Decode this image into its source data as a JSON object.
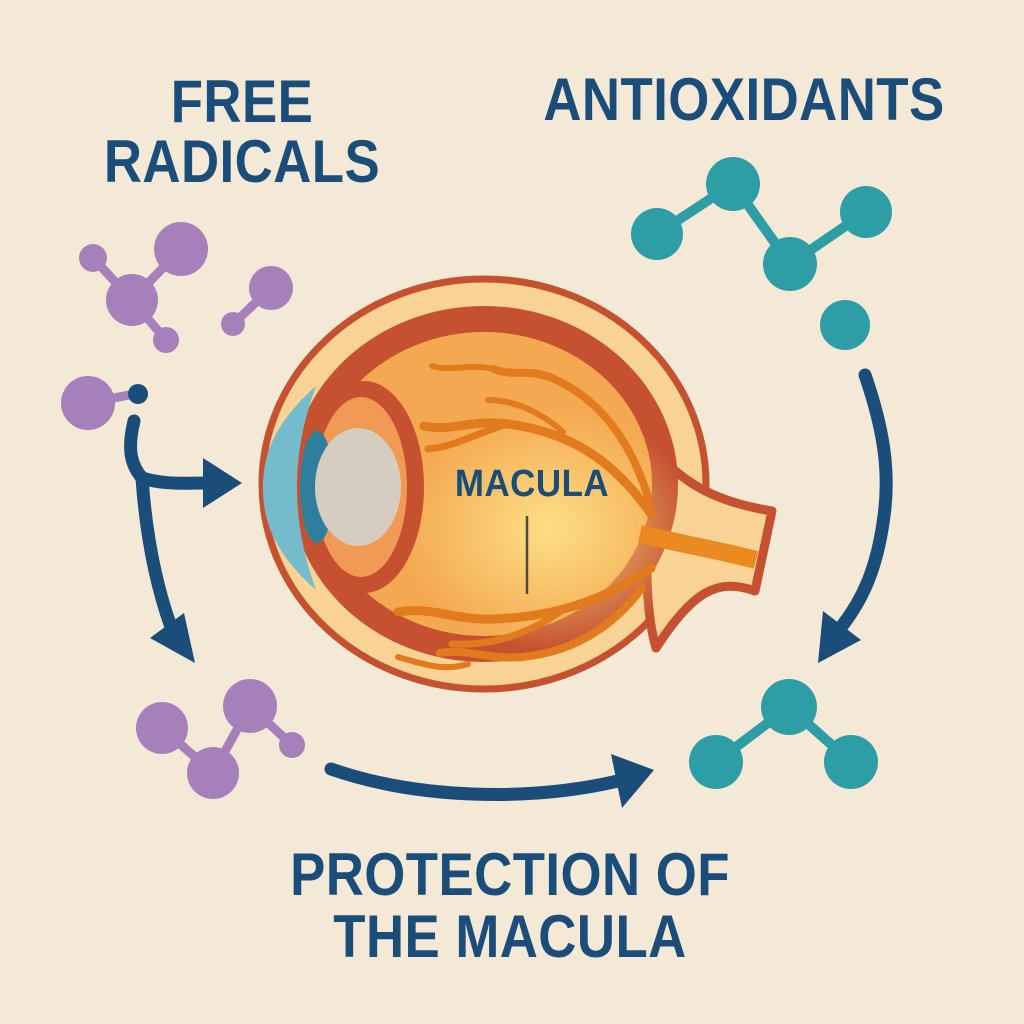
{
  "colors": {
    "background": "#f4e9d6",
    "heading": "#1b4d7a",
    "arrow": "#1b4d7a",
    "free_radical": "#a580ba",
    "antioxidant": "#2d9da6",
    "eye_rim": "#c55130",
    "eye_sclera": "#f9d295",
    "eye_choroid": "#c55130",
    "eye_interior": "#f4a851",
    "eye_glow": "#fde289",
    "vessel": "#e27a1e",
    "nerve_stripe": "#ea8a20",
    "cornea": "#74bccb",
    "pupil": "#2d7f9d",
    "iris": "#f09a55",
    "lens": "#d6cdc1",
    "pointer_line": "#4b4a41"
  },
  "titles": {
    "free_radicals_line1": "FREE",
    "free_radicals_line2": "RADICALS",
    "antioxidants": "ANTIOXIDANTS"
  },
  "eye": {
    "macula_label": "MACULA"
  },
  "caption": {
    "line1": "PROTECTION OF",
    "line2": "THE MACULA"
  },
  "icons": {
    "free_radical_molecule": "purple-circle-cluster",
    "antioxidant_molecule": "teal-circle-cluster",
    "arrow": "dark-blue-curved-arrow"
  }
}
